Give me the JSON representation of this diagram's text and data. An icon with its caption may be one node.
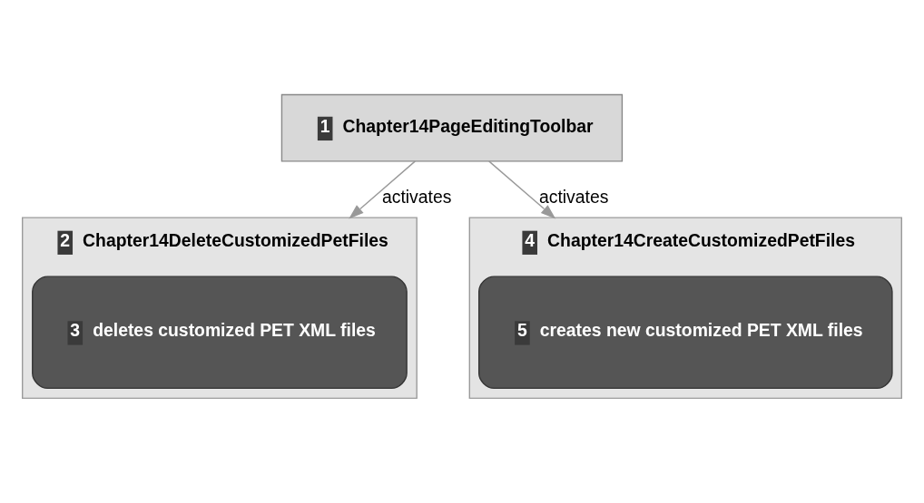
{
  "diagram": {
    "nodes": [
      {
        "text": [
          "1",
          "Chapter14PageEditingToolbar"
        ]
      },
      {
        "text": [
          "2",
          "Chapter14DeleteCustomizedPetFiles"
        ]
      },
      {
        "text": [
          "3",
          "deletes customized PET XML files"
        ],
        "in": 1
      },
      {
        "text": [
          "4",
          "Chapter14CreateCustomizedPetFiles"
        ]
      },
      {
        "text": [
          "5",
          "creates new customized PET XML files"
        ],
        "in": 3
      }
    ],
    "edges": [
      {
        "from": 0,
        "to": 1,
        "arrow": "to",
        "label": "activates"
      },
      {
        "from": 0,
        "to": 3,
        "arrow": "to",
        "label": "activates"
      }
    ]
  }
}
